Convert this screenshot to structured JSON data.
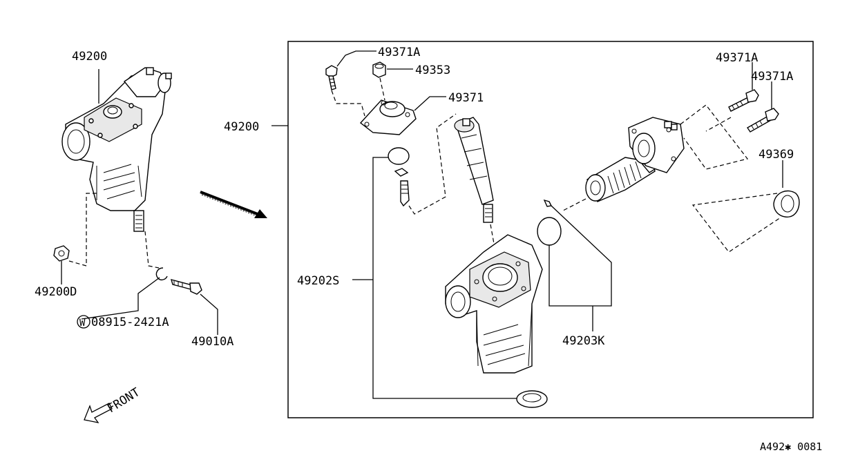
{
  "labels": {
    "gear_assembly_left": "49200",
    "gear_assembly_box": "49200",
    "nut_left": "49200D",
    "washer_marker": "W",
    "washer": "08915-2421A",
    "bolt_left": "49010A",
    "bolt_top_left": "49371A",
    "nut_top": "49353",
    "cover": "49371",
    "bolt_right_1": "49371A",
    "bolt_right_2": "49371A",
    "oil_seal": "49369",
    "housing_kit": "49202S",
    "seal_kit": "49203K",
    "front": "FRONT",
    "diagram_code": "A492✱ 0081"
  }
}
